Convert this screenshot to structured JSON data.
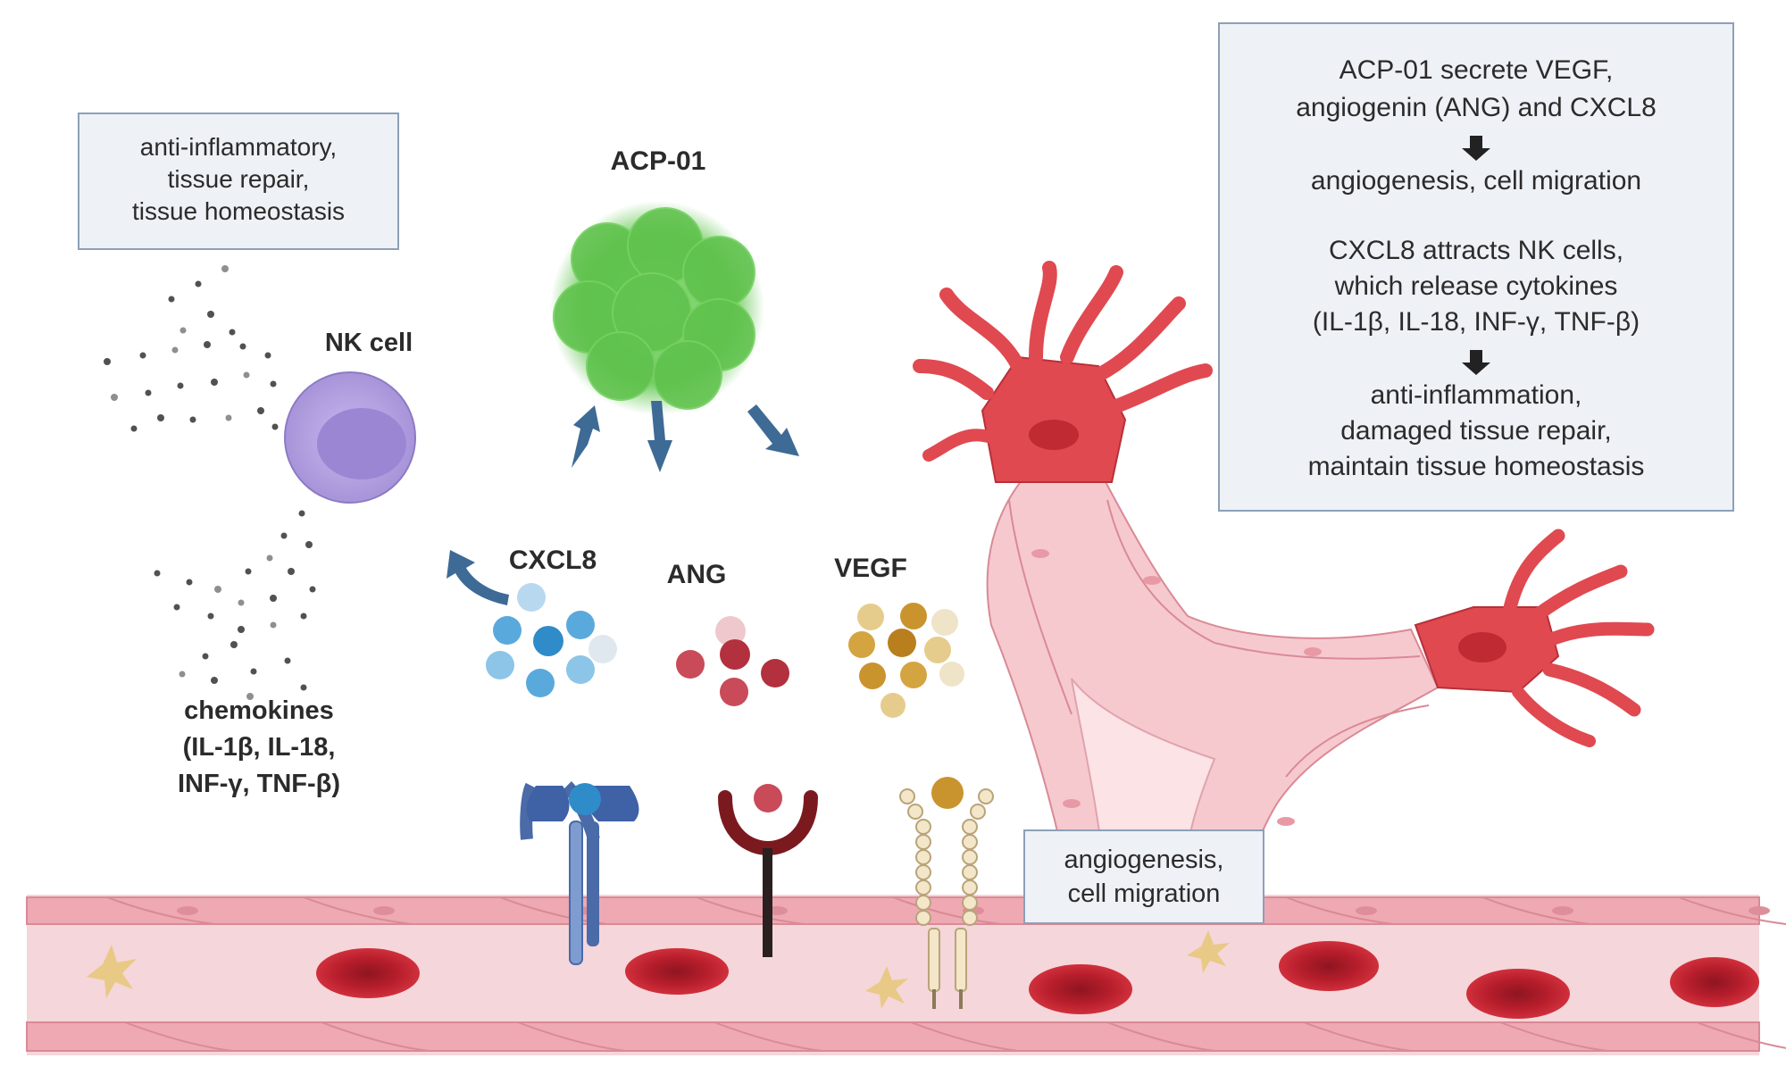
{
  "summary_box": {
    "line1": "ACP-01 secrete VEGF,",
    "line2": "angiogenin (ANG) and CXCL8",
    "line3": "angiogenesis, cell migration",
    "line4": "CXCL8 attracts NK cells,",
    "line5": "which release cytokines",
    "line6": "(IL-1β, IL-18, INF-γ, TNF-β)",
    "line7": "anti-inflammation,",
    "line8": "damaged tissue repair,",
    "line9": "maintain tissue homeostasis"
  },
  "effects_box": {
    "line1": "anti-inflammatory,",
    "line2": "tissue repair,",
    "line3": "tissue homeostasis"
  },
  "nk_cell_label": "NK cell",
  "acp_label": "ACP-01",
  "factors": {
    "cxcl8": "CXCL8",
    "ang": "ANG",
    "vegf": "VEGF"
  },
  "chemokines": {
    "line1": "chemokines",
    "line2": "(IL-1β, IL-18,",
    "line3": "INF-γ, TNF-β)"
  },
  "angio_box": {
    "line1": "angiogenesis,",
    "line2": "cell migration"
  },
  "colors": {
    "cxcl8": "#4a9fd6",
    "ang": "#b3303e",
    "vegf": "#d4a441",
    "acp": "#5cc44a",
    "nk": "#a794d9",
    "vessel": "#f2c4ca",
    "endothelial": "#e0505a",
    "rbc": "#c0202e",
    "arrow": "#3e6a96"
  }
}
